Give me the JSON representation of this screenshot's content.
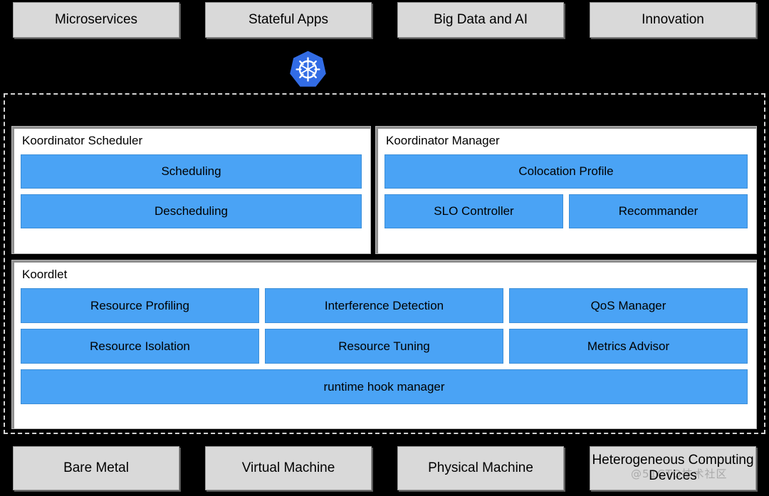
{
  "workloads": {
    "items": [
      {
        "label": "Microservices"
      },
      {
        "label": "Stateful Apps"
      },
      {
        "label": "Big Data and AI"
      },
      {
        "label": "Innovation"
      }
    ]
  },
  "platform": {
    "icon": "kubernetes-icon",
    "icon_color": "#326ce5"
  },
  "koordinator": {
    "scheduler": {
      "title": "Koordinator Scheduler",
      "modules": [
        {
          "label": "Scheduling"
        },
        {
          "label": "Descheduling"
        }
      ]
    },
    "manager": {
      "title": "Koordinator Manager",
      "modules_row1": [
        {
          "label": "Colocation Profile"
        }
      ],
      "modules_row2": [
        {
          "label": "SLO Controller"
        },
        {
          "label": "Recommander"
        }
      ]
    },
    "koordlet": {
      "title": "Koordlet",
      "modules_row1": [
        {
          "label": "Resource Profiling"
        },
        {
          "label": "Interference Detection"
        },
        {
          "label": "QoS Manager"
        }
      ],
      "modules_row2": [
        {
          "label": "Resource Isolation"
        },
        {
          "label": "Resource Tuning"
        },
        {
          "label": "Metrics Advisor"
        }
      ],
      "modules_row3": [
        {
          "label": "runtime hook manager"
        }
      ]
    }
  },
  "infrastructure": {
    "items": [
      {
        "label": "Bare Metal"
      },
      {
        "label": "Virtual Machine"
      },
      {
        "label": "Physical Machine"
      },
      {
        "label": "Heterogeneous Computing Devices"
      }
    ]
  },
  "watermark": {
    "text": "@51CTO技术社区"
  },
  "colors": {
    "background": "#000000",
    "module_blue": "#4aa3f5",
    "box_grey": "#d9d9d9",
    "panel_white": "#ffffff",
    "kubernetes_blue": "#326ce5"
  }
}
